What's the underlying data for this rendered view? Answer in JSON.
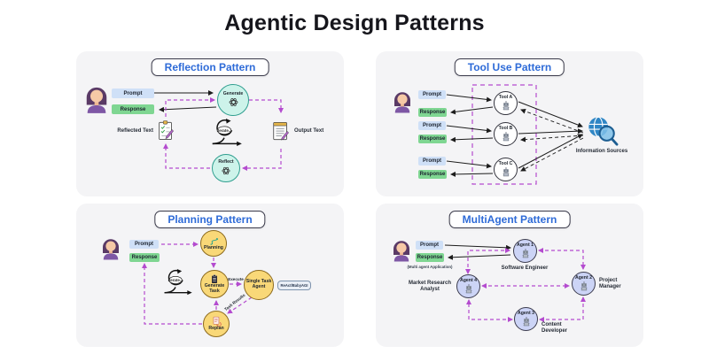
{
  "header": {
    "title": "Agentic Design Patterns"
  },
  "panels": {
    "reflection": {
      "title": "Reflection Pattern",
      "prompt": "Prompt",
      "response": "Response",
      "generate_node": "Generate",
      "reflect_node": "Reflect",
      "iterate_label": "Iterate...",
      "reflected_text_label": "Reflected Text",
      "output_text_label": "Output Text"
    },
    "tool_use": {
      "title": "Tool Use Pattern",
      "rows": [
        {
          "prompt": "Prompt",
          "response": "Response"
        },
        {
          "prompt": "Prompt",
          "response": "Response"
        },
        {
          "prompt": "Prompt",
          "response": "Response"
        }
      ],
      "tools": [
        "Tool A",
        "Tool B",
        "Tool C"
      ],
      "information_sources_label": "Information Sources"
    },
    "planning": {
      "title": "Planning Pattern",
      "prompt": "Prompt",
      "response": "Response",
      "planning_node": "Planning",
      "generate_task_node": "Generate Task",
      "single_task_agent_node": "Single Task Agent",
      "replan_node": "Replan",
      "iterate_label": "Iterate...",
      "execute_label": "Execute",
      "task_results_label": "Task Results",
      "framework_badge": "ReAct/BabyAGI"
    },
    "multiagent": {
      "title": "MultiAgent Pattern",
      "prompt": "Prompt",
      "response": "Response",
      "caption": "(Multi agent Application)",
      "agents": [
        {
          "name": "Agent 1",
          "role": "Software Engineer"
        },
        {
          "name": "Agent 2",
          "role": "Project Manager"
        },
        {
          "name": "Agent 3",
          "role": "Content Developer"
        },
        {
          "name": "Agent 4",
          "role": "Market Research Analyst"
        }
      ]
    }
  },
  "colors": {
    "panel_background": "#f4f4f6",
    "title_text": "#16161c",
    "pattern_title_text": "#2e6bd8",
    "prompt_chip": "#cfe0f7",
    "response_chip": "#7fd692",
    "generate_reflect_node": "#cdf3ea",
    "planning_node": "#f9d878",
    "agent_node": "#ccd4f6",
    "dashed_connector": "#b44bcf"
  }
}
